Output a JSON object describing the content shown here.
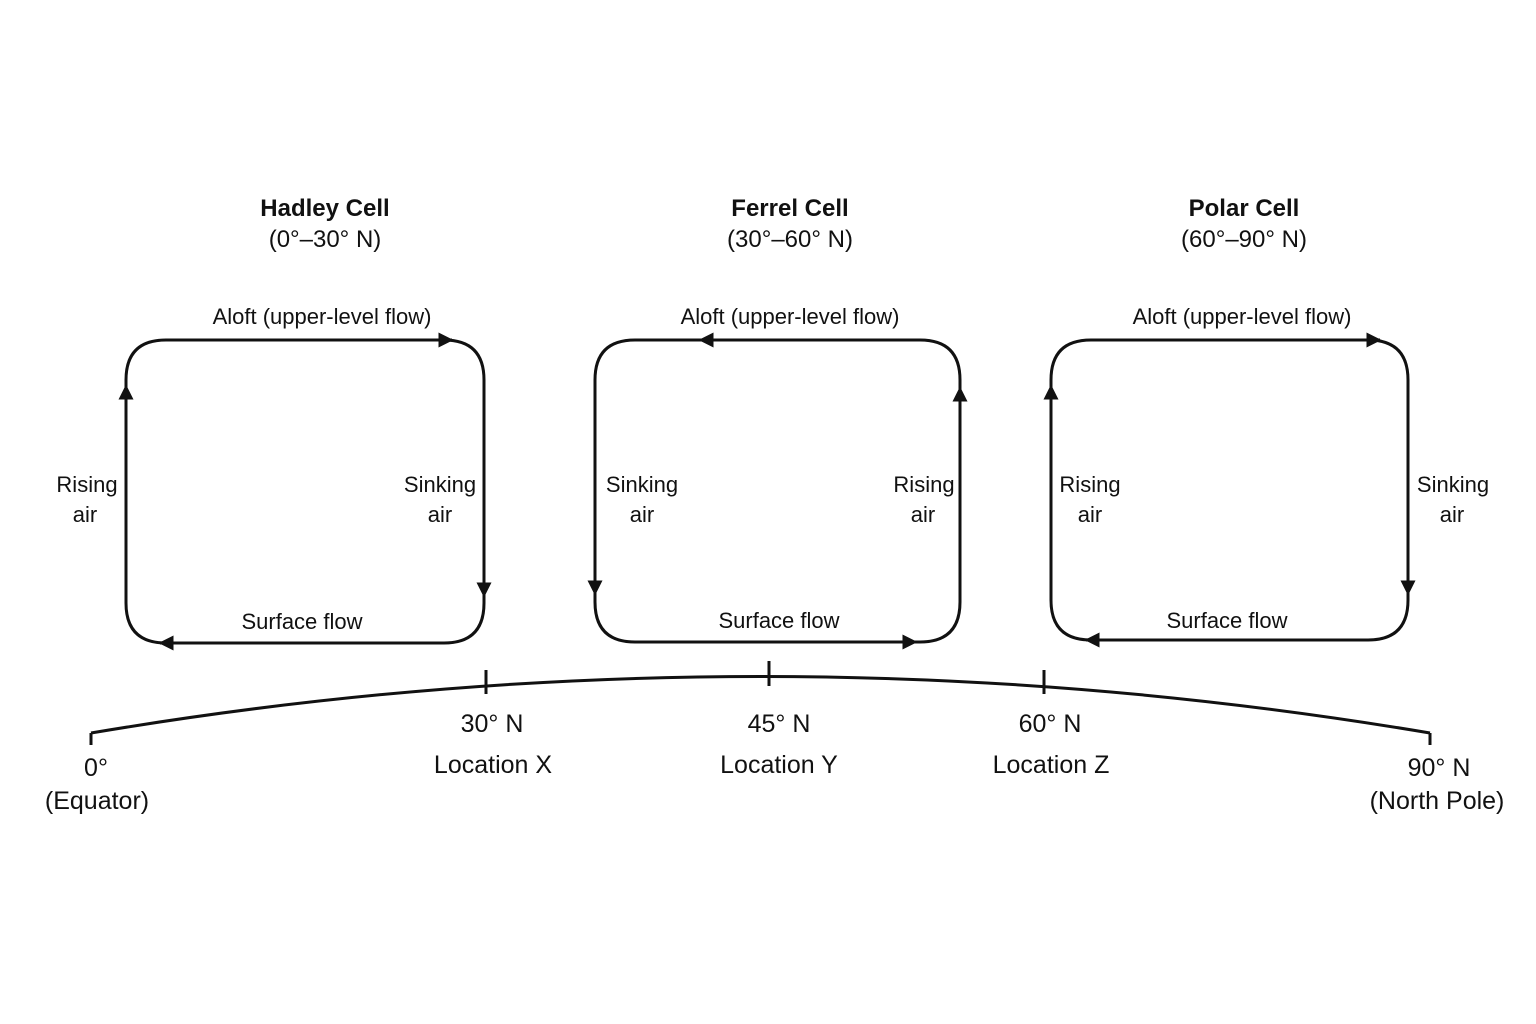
{
  "cells": [
    {
      "title": "Hadley Cell",
      "range": "(0°–30° N)",
      "aloft": "Aloft (upper-level flow)",
      "surface": "Surface flow",
      "left_side": [
        "Rising",
        "air"
      ],
      "right_side": [
        "Sinking",
        "air"
      ],
      "circulation": "clockwise",
      "top_flow_direction": "right",
      "bottom_flow_direction": "left",
      "left_flow_direction": "up",
      "right_flow_direction": "down"
    },
    {
      "title": "Ferrel Cell",
      "range": "(30°–60° N)",
      "aloft": "Aloft (upper-level flow)",
      "surface": "Surface flow",
      "left_side": [
        "Sinking",
        "air"
      ],
      "right_side": [
        "Rising",
        "air"
      ],
      "circulation": "counter-clockwise",
      "top_flow_direction": "left",
      "bottom_flow_direction": "right",
      "left_flow_direction": "down",
      "right_flow_direction": "up"
    },
    {
      "title": "Polar Cell",
      "range": "(60°–90° N)",
      "aloft": "Aloft (upper-level flow)",
      "surface": "Surface flow",
      "left_side": [
        "Rising",
        "air"
      ],
      "right_side": [
        "Sinking",
        "air"
      ],
      "circulation": "clockwise",
      "top_flow_direction": "right",
      "bottom_flow_direction": "left",
      "left_flow_direction": "up",
      "right_flow_direction": "down"
    }
  ],
  "latitude_axis": {
    "ticks": [
      {
        "latitude": "0°",
        "label": "(Equator)"
      },
      {
        "latitude": "30° N",
        "label": "Location X"
      },
      {
        "latitude": "45° N",
        "label": "Location Y"
      },
      {
        "latitude": "60° N",
        "label": "Location Z"
      },
      {
        "latitude": "90° N",
        "label": "(North Pole)"
      }
    ]
  }
}
